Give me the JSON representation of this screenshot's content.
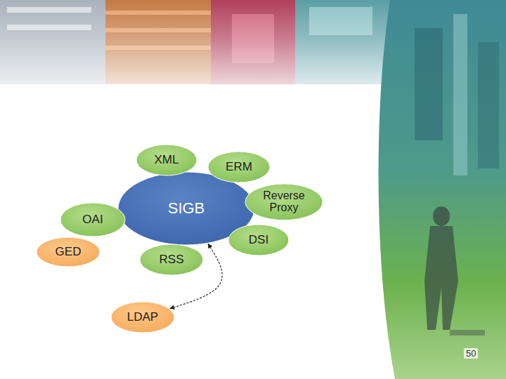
{
  "diagram": {
    "nodes": [
      {
        "text": [
          "SIGB"
        ]
      },
      {
        "text": [
          "XML"
        ]
      },
      {
        "text": [
          "ERM"
        ]
      },
      {
        "text": [
          "Reverse Proxy"
        ]
      },
      {
        "text": [
          "DSI"
        ]
      },
      {
        "text": [
          "RSS"
        ]
      },
      {
        "text": [
          "OAI"
        ]
      },
      {
        "text": [
          "GED"
        ]
      },
      {
        "text": [
          "LDAP"
        ]
      }
    ],
    "edges": [
      {
        "from": 8,
        "to": 0,
        "arrow": "both"
      }
    ],
    "labels": [
      "50"
    ]
  }
}
